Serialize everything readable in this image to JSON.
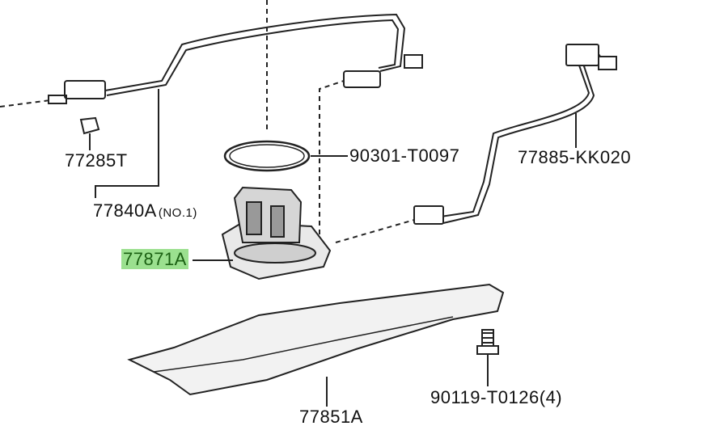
{
  "labels": {
    "p77285": "77285T",
    "p77840": "77840A",
    "p77840_note": "(NO.1)",
    "p77871": "77871A",
    "p90301": "90301-T0097",
    "p77885": "77885-KK020",
    "p90119": "90119-T0126",
    "p90119_qty": "(4)",
    "p77851": "77851A"
  },
  "highlighted_part": "77871A",
  "colors": {
    "line": "#222222",
    "highlight": "#9be08f"
  }
}
